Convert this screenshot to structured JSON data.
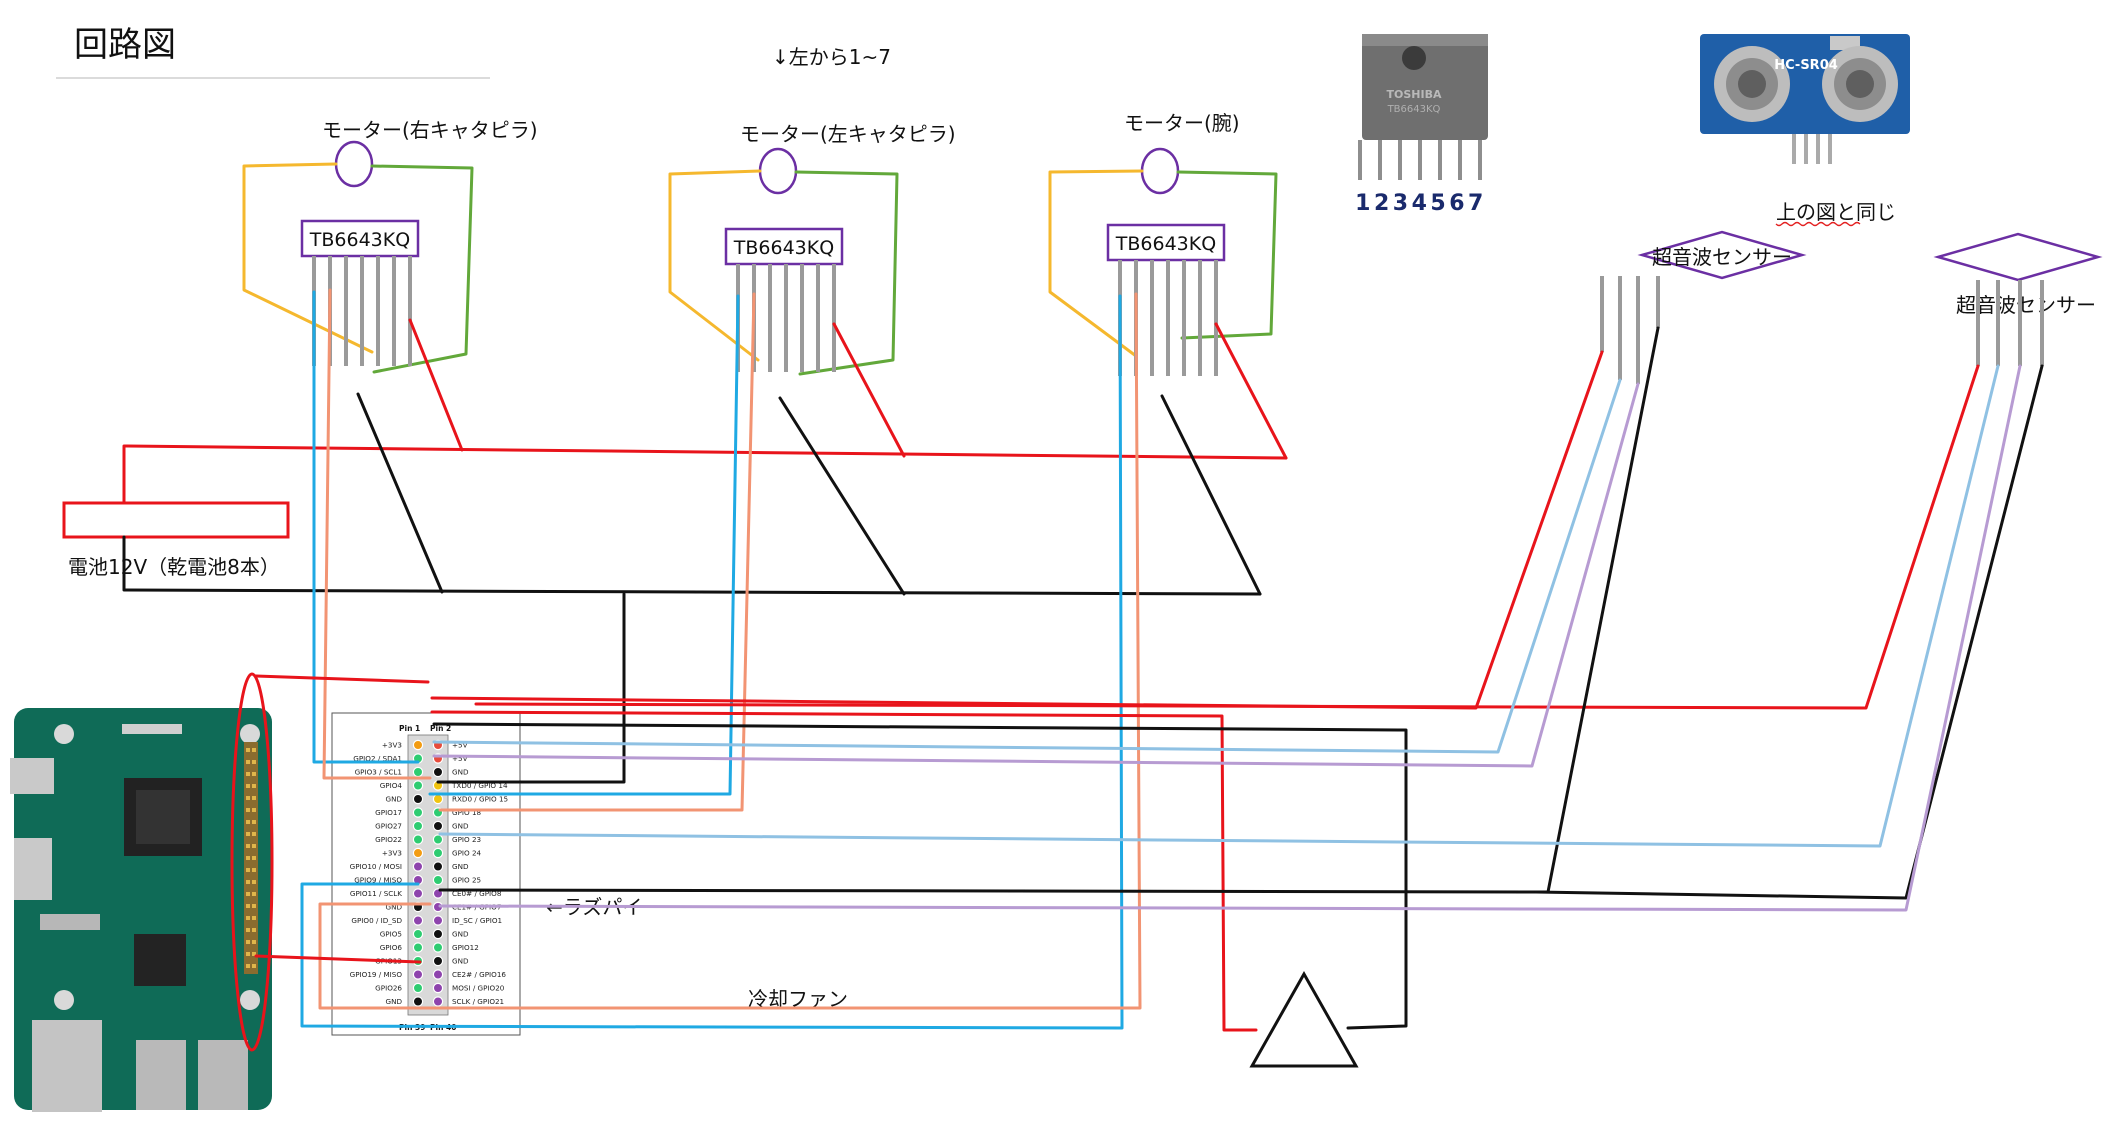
{
  "title": "回路図",
  "note_pins": "↓左から1~7",
  "motors": [
    {
      "label": "モーター(右キャタピラ)",
      "driver": "TB6643KQ"
    },
    {
      "label": "モーター(左キャタピラ)",
      "driver": "TB6643KQ"
    },
    {
      "label": "モーター(腕)",
      "driver": "TB6643KQ"
    }
  ],
  "battery_label": "電池12V（乾電池8本）",
  "ic_photo": {
    "pin_numbers": "1234567",
    "marking_line1": "TOSHIBA",
    "marking_line2": "TB6643KQ"
  },
  "sensor_photo": {
    "model": "HC-SR04",
    "caption": "上の図と同じ"
  },
  "sensors": [
    {
      "label": "超音波センサー"
    },
    {
      "label": "超音波センサー"
    }
  ],
  "raspi_label": "←ラズパイ",
  "fan_label": "冷却ファン",
  "header": {
    "pin1": "Pin 1",
    "pin2": "Pin 2",
    "pin39": "Pin 39",
    "pin40": "Pin 40",
    "left": [
      "+3V3",
      "GPIO2 / SDA1",
      "GPIO3 / SCL1",
      "GPIO4",
      "GND",
      "GPIO17",
      "GPIO27",
      "GPIO22",
      "+3V3",
      "GPIO10 / MOSI",
      "GPIO9 / MISO",
      "GPIO11 / SCLK",
      "GND",
      "GPIO0 / ID_SD",
      "GPIO5",
      "GPIO6",
      "GPIO13",
      "GPIO19 / MISO",
      "GPIO26",
      "GND"
    ],
    "right": [
      "+5V",
      "+5V",
      "GND",
      "TXD0 / GPIO 14",
      "RXD0 / GPIO 15",
      "GPIO 18",
      "GND",
      "GPIO 23",
      "GPIO 24",
      "GND",
      "GPIO 25",
      "CE0# / GPIO8",
      "CE1# / GPIO7",
      "ID_SC / GPIO1",
      "GND",
      "GPIO12",
      "GND",
      "CE2# / GPIO16",
      "MOSI / GPIO20",
      "SCLK / GPIO21"
    ],
    "left_colors": [
      "#f39c12",
      "#2ecc71",
      "#2ecc71",
      "#2ecc71",
      "#111111",
      "#2ecc71",
      "#2ecc71",
      "#2ecc71",
      "#f39c12",
      "#8e44ad",
      "#8e44ad",
      "#8e44ad",
      "#111111",
      "#8e44ad",
      "#2ecc71",
      "#2ecc71",
      "#2ecc71",
      "#8e44ad",
      "#2ecc71",
      "#111111"
    ],
    "right_colors": [
      "#e74c3c",
      "#e74c3c",
      "#111111",
      "#f1c40f",
      "#f1c40f",
      "#2ecc71",
      "#111111",
      "#2ecc71",
      "#2ecc71",
      "#111111",
      "#2ecc71",
      "#8e44ad",
      "#8e44ad",
      "#8e44ad",
      "#111111",
      "#2ecc71",
      "#111111",
      "#8e44ad",
      "#8e44ad",
      "#8e44ad"
    ]
  },
  "colors": {
    "red": "#e8141b",
    "black": "#111111",
    "cyan": "#1fa9e3",
    "salmon": "#f29473",
    "orange": "#f5b82e",
    "green": "#62a83a",
    "lightblue": "#8fc1e3",
    "lavender": "#b79bd2",
    "chip_border": "#6b2fa3",
    "board": "#0f6b57"
  },
  "icons": [
    "motor-circle-icon",
    "ultrasonic-sensor-diamond-icon",
    "fan-triangle-icon",
    "raspberry-pi-board-icon"
  ]
}
